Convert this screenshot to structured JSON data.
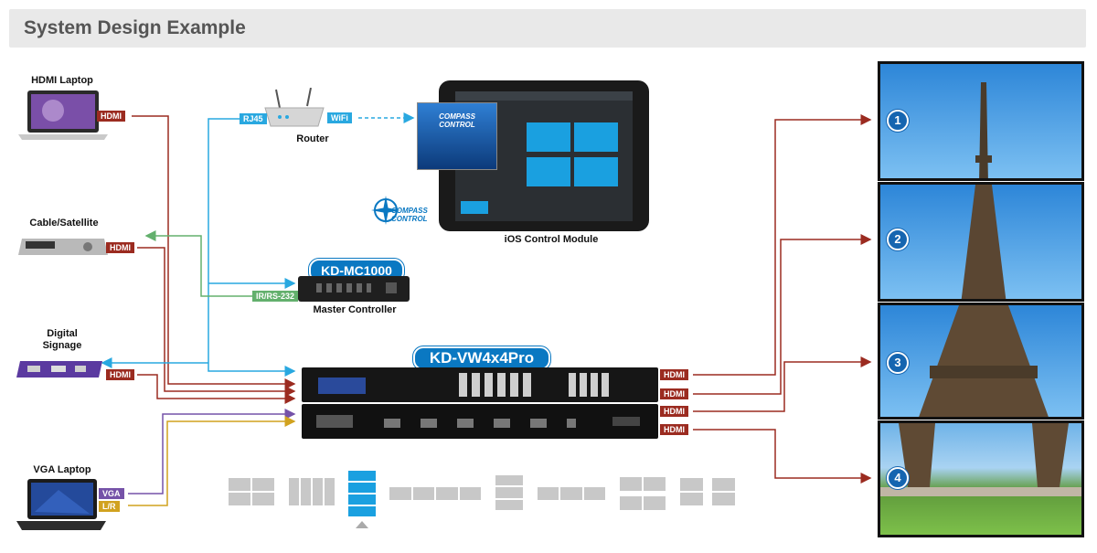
{
  "header": {
    "title": "System Design Example"
  },
  "sources": {
    "hdmi_laptop": "HDMI Laptop",
    "cable_satellite": "Cable/Satellite",
    "digital_signage": "Digital\nSignage",
    "vga_laptop": "VGA Laptop"
  },
  "network": {
    "router_label": "Router",
    "rj45_tag": "RJ45",
    "wifi_tag": "WiFi",
    "ios_label": "iOS Control Module",
    "compass_logo_text": "COMPASS CONTROL",
    "controller_name": "KD-MC1000",
    "controller_label": "Master Controller",
    "irrs_tag": "IR/RS-232"
  },
  "processor": {
    "name": "KD-VW4x4Pro"
  },
  "connector_tags": {
    "hdmi": "HDMI",
    "vga": "VGA",
    "lr": "L/R"
  },
  "outputs": [
    "1",
    "2",
    "3",
    "4"
  ],
  "colors": {
    "hdmi_line": "#9b2b20",
    "network_line": "#29a8e0",
    "control_line": "#63b06d",
    "vga_line": "#7552a8",
    "audio_line": "#d1a21f",
    "accent": "#0a78c2"
  },
  "layout_modes": [
    "2x2",
    "1x4 vertical",
    "4x1 stacked",
    "1x4 horizontal",
    "1x3 stacked",
    "1x3 horizontal",
    "2x2 wide",
    "1x2 pair"
  ]
}
